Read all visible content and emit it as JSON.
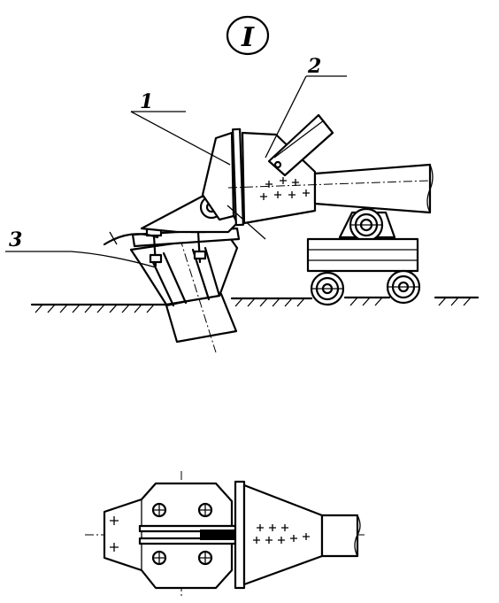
{
  "view_marker": "I",
  "callouts": {
    "part_1": "1",
    "part_2": "2",
    "part_3": "3"
  }
}
